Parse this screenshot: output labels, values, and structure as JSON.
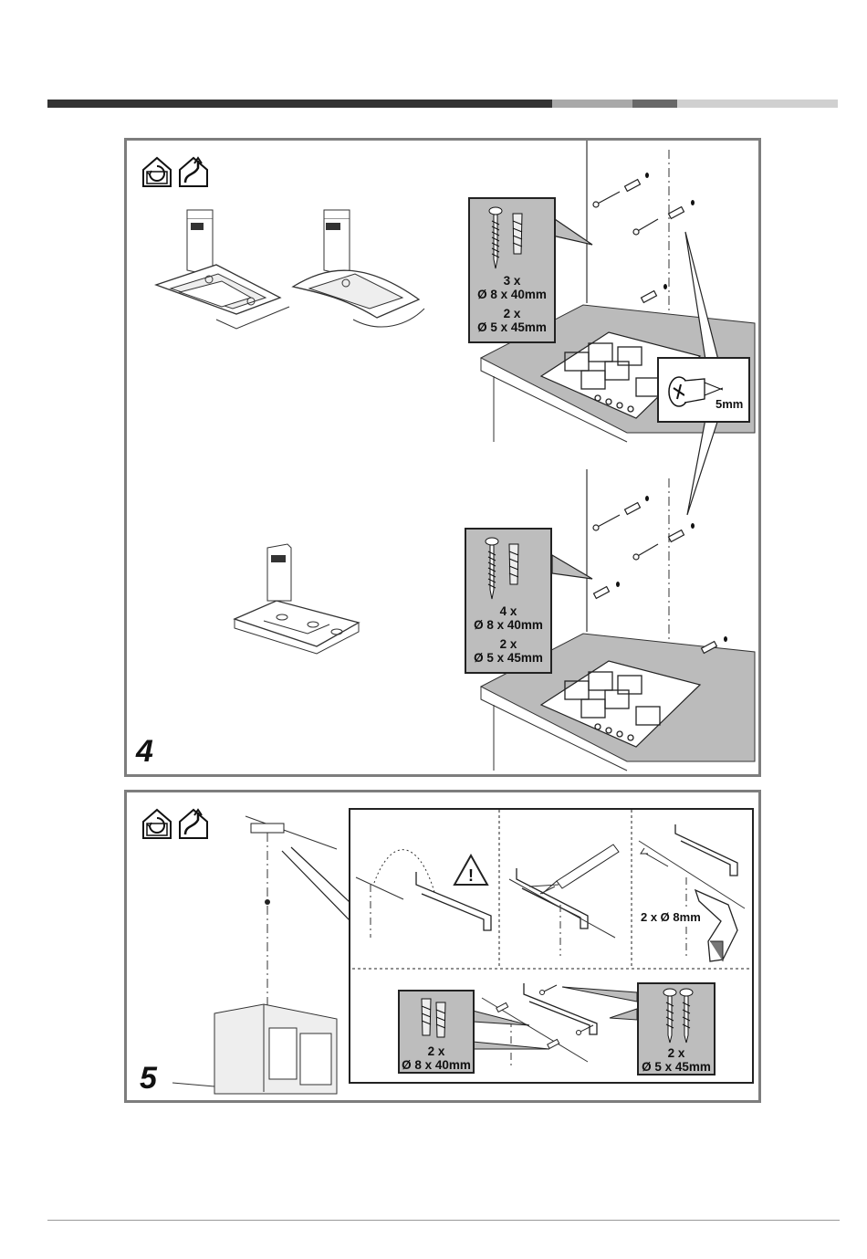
{
  "header_bar": {
    "colors": [
      "#333333",
      "#a9a9a9",
      "#686868",
      "#d0d0d0"
    ]
  },
  "step4": {
    "number": "4",
    "icons": [
      "house-recirculation-icon",
      "house-ducted-icon"
    ],
    "spec_top": {
      "line1": "3 x",
      "line2": "Ø 8 x 40mm",
      "line3": "2 x",
      "line4": "Ø 5 x 45mm"
    },
    "spec_bottom": {
      "line1": "4 x",
      "line2": "Ø 8 x 40mm",
      "line3": "2 x",
      "line4": "Ø 5 x 45mm"
    },
    "screw_gap_label": "5mm"
  },
  "step5": {
    "number": "5",
    "icons": [
      "house-recirculation-icon",
      "house-ducted-icon"
    ],
    "drill_label": "2 x Ø 8mm",
    "spec_plugs": {
      "line1": "2 x",
      "line2": "Ø 8 x 40mm"
    },
    "spec_screws": {
      "line1": "2 x",
      "line2": "Ø 5 x 45mm"
    }
  }
}
